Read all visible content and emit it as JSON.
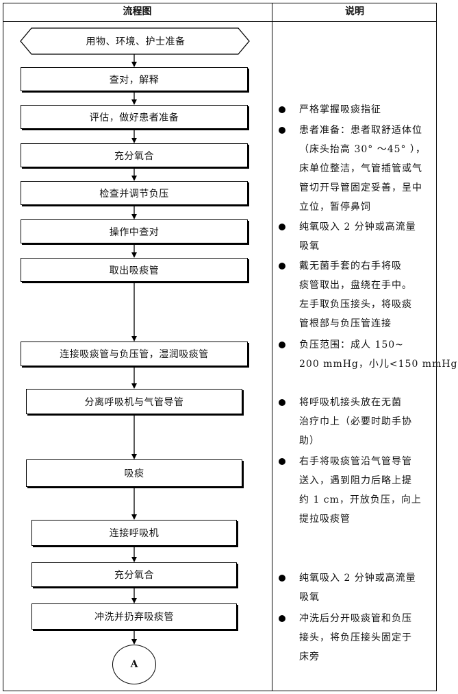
{
  "header": {
    "flow_label": "流程图",
    "notes_label": "说明"
  },
  "flow": {
    "start": "用物、环境、护士准备",
    "steps": [
      "查对，解释",
      "评估，做好患者准备",
      "充分氧合",
      "检查并调节负压",
      "操作中查对",
      "取出吸痰管",
      "连接吸痰管与负压管，湿润吸痰管",
      "分离呼吸机与气管导管",
      "吸痰",
      "连接呼吸机",
      "充分氧合",
      "冲洗并扔弃吸痰管"
    ],
    "connector": "A"
  },
  "notes": [
    {
      "lines": [
        "严格掌握吸痰指征"
      ]
    },
    {
      "lines": [
        "患者准备：患者取舒适体位",
        "（床头抬高 30° ～45° ），",
        "床单位整洁，气管插管或气",
        "管切开导管固定妥善，呈中",
        "立位，暂停鼻饲"
      ]
    },
    {
      "lines": [
        "纯氧吸入 2 分钟或高流量",
        "吸氧"
      ]
    },
    {
      "lines": [
        "戴无菌手套的右手将吸",
        "痰管取出，盘绕在手中。",
        "左手取负压接头，将吸痰",
        "管根部与负压管连接"
      ]
    },
    {
      "lines": [
        "负压范围：成人 150~",
        "200 mmHg，小儿<150 mmHg"
      ]
    },
    {
      "lines": [
        "将呼吸机接头放在无菌",
        "治疗巾上（必要时助手协",
        "助）"
      ]
    },
    {
      "lines": [
        "右手将吸痰管沿气管导管",
        "送入，遇到阻力后略上提",
        "约 1 cm，开放负压，向上",
        "提拉吸痰管"
      ]
    },
    {
      "lines": [
        "纯氧吸入 2 分钟或高流量",
        "吸氧"
      ]
    },
    {
      "lines": [
        "冲洗后分开吸痰管和负压",
        "接头，将负压接头固定于",
        "床旁"
      ]
    }
  ],
  "colors": {
    "ink": "#000000",
    "background": "#ffffff"
  },
  "icons": {
    "bullet": "filled-circle-bullet-icon"
  }
}
